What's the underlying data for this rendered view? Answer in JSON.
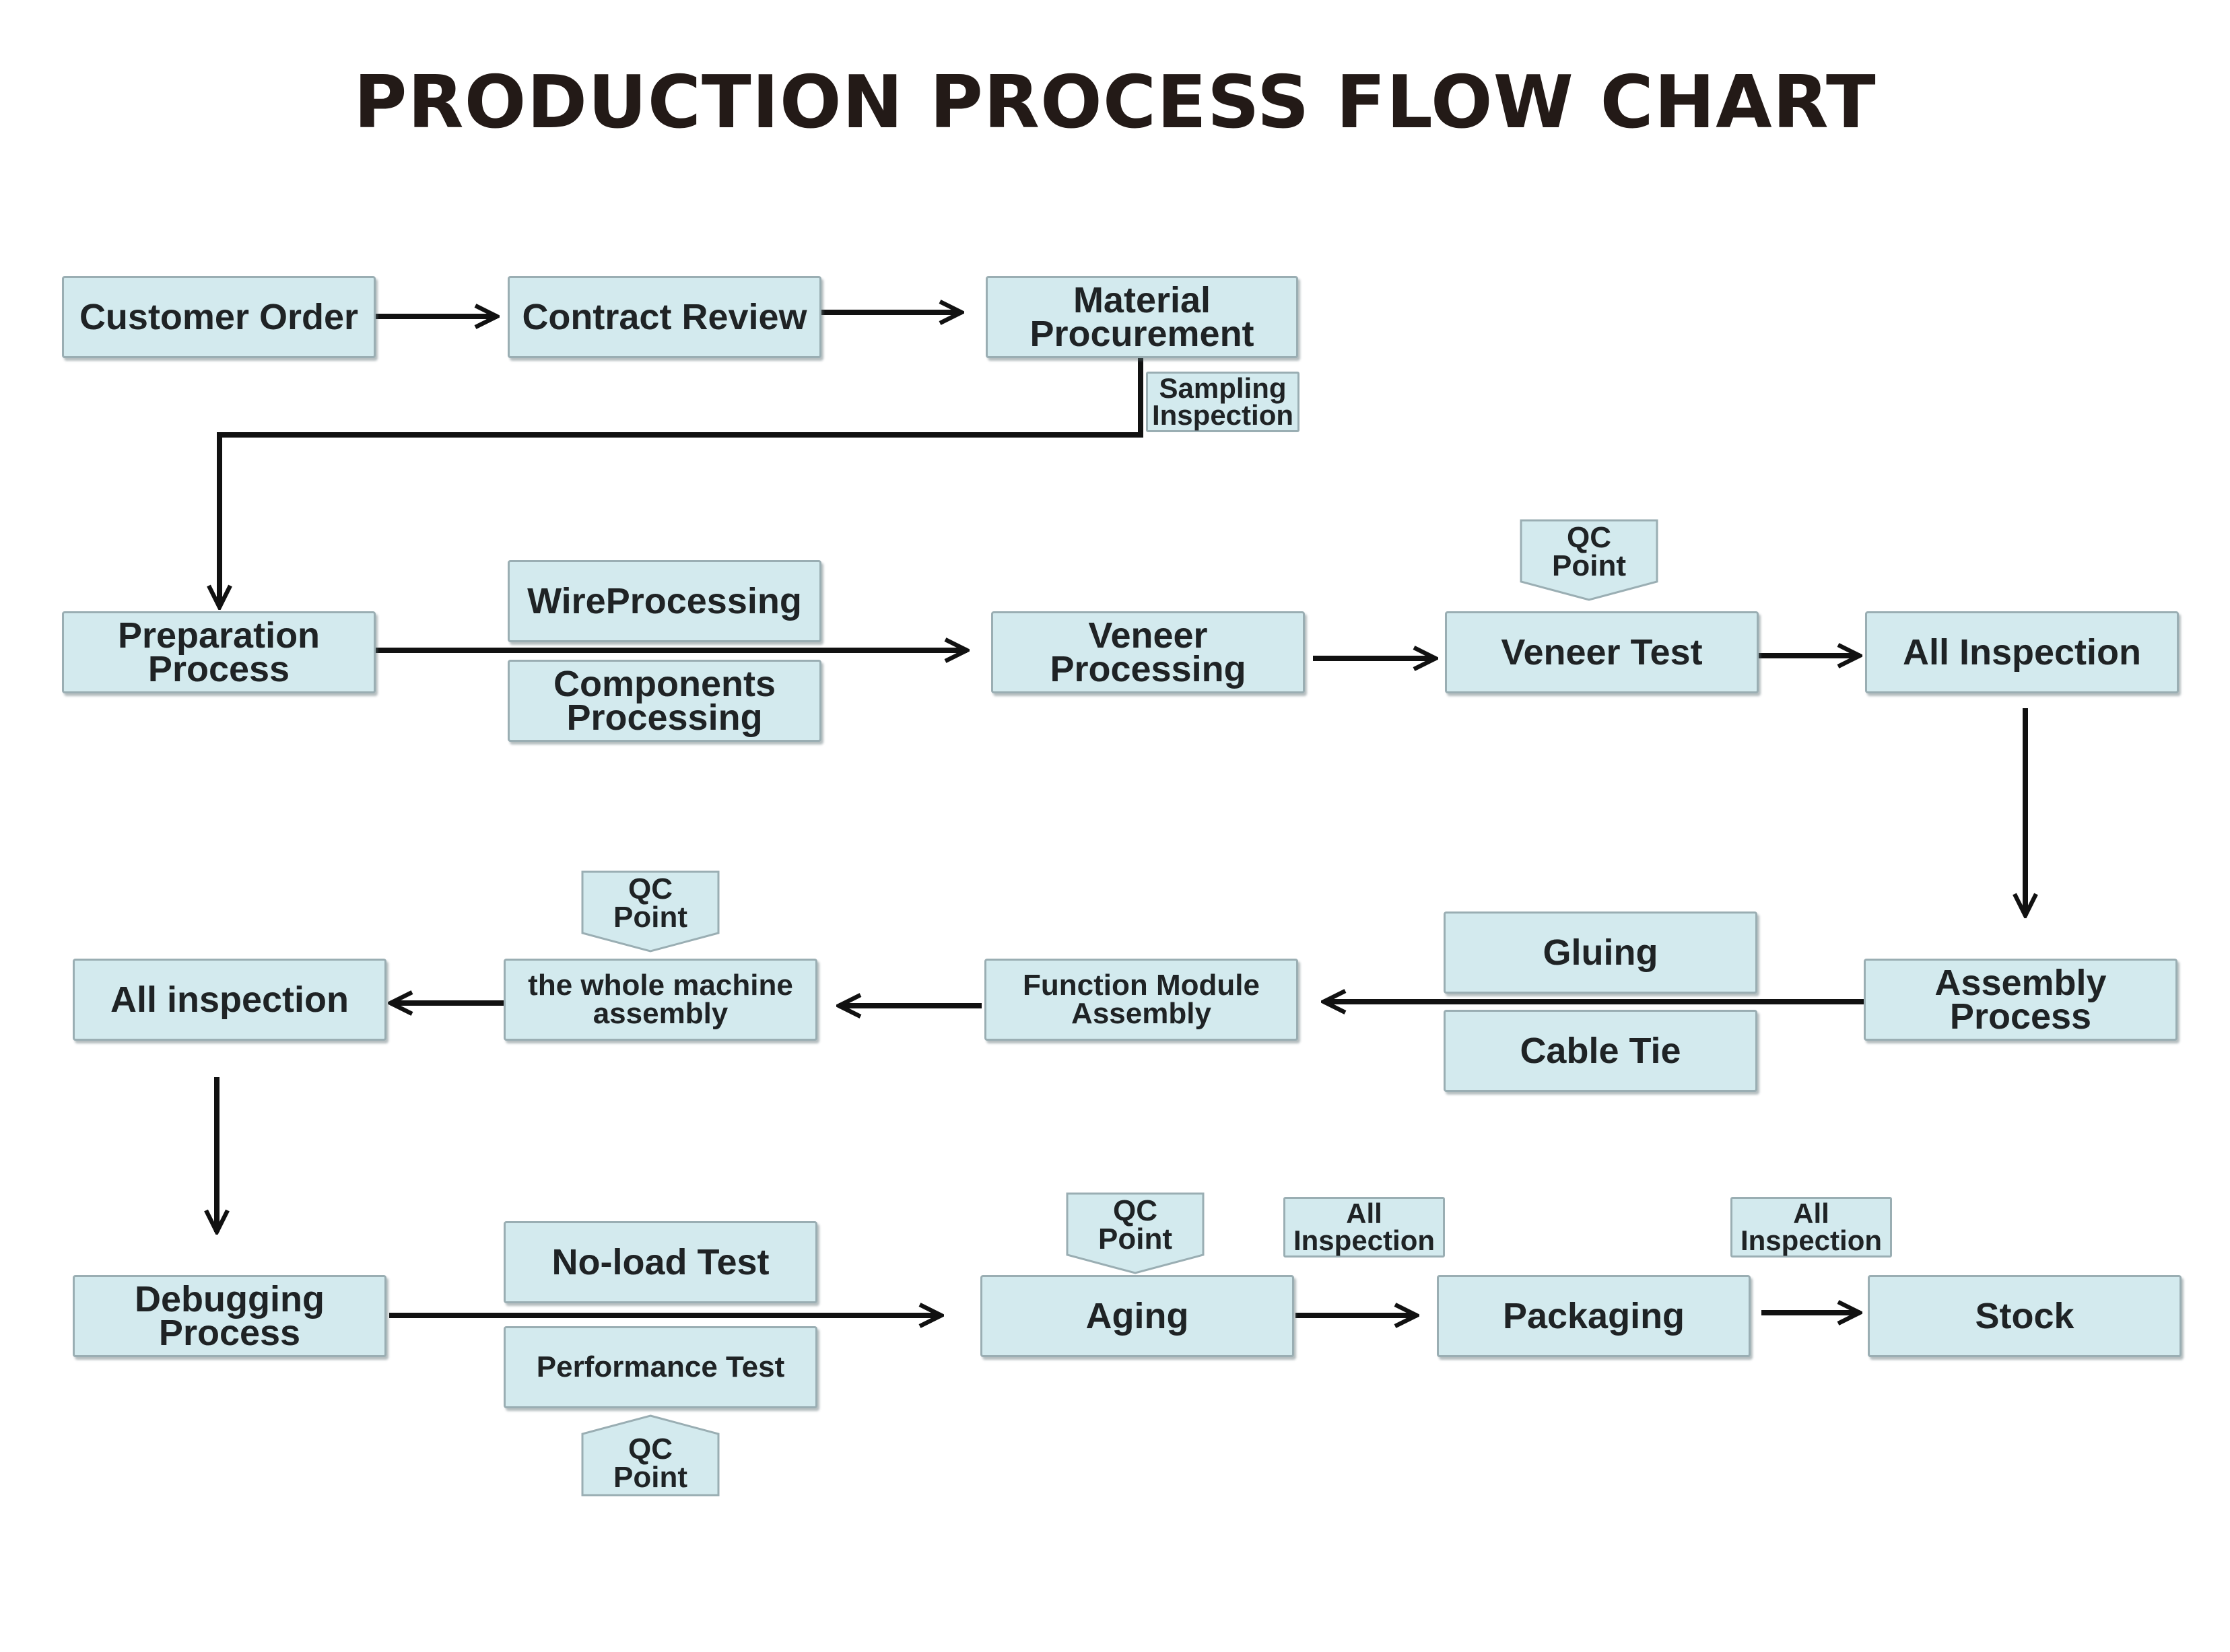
{
  "title": "PRODUCTION PROCESS FLOW CHART",
  "colors": {
    "box_fill": "#d3eaee",
    "box_border": "#9aaeb3",
    "arrow": "#111111",
    "text": "#1f2325"
  },
  "nodes": {
    "customer_order": "Customer Order",
    "contract_review": "Contract Review",
    "material_procurement": "Material Procurement",
    "preparation_process": "Preparation Process",
    "wire_processing": "WireProcessing",
    "components_processing": "Components Processing",
    "veneer_processing": "Veneer Processing",
    "veneer_test": "Veneer Test",
    "all_inspection_1": "All Inspection",
    "assembly_process": "Assembly Process",
    "gluing": "Gluing",
    "cable_tie": "Cable Tie",
    "function_module_assembly": "Function Module Assembly",
    "whole_machine_assembly": "the whole machine assembly",
    "all_inspection_2": "All inspection",
    "debugging_process": "Debugging Process",
    "no_load_test": "No-load Test",
    "performance_test": "Performance Test",
    "aging": "Aging",
    "packaging": "Packaging",
    "stock": "Stock"
  },
  "tags": {
    "sampling_inspection": "Sampling Inspection",
    "all_inspection_packaging": "All Inspection",
    "all_inspection_stock": "All Inspection"
  },
  "qc_badges": {
    "veneer_test": "QC Point",
    "whole_machine": "QC Point",
    "aging": "QC Point",
    "performance_test": "QC Point"
  }
}
